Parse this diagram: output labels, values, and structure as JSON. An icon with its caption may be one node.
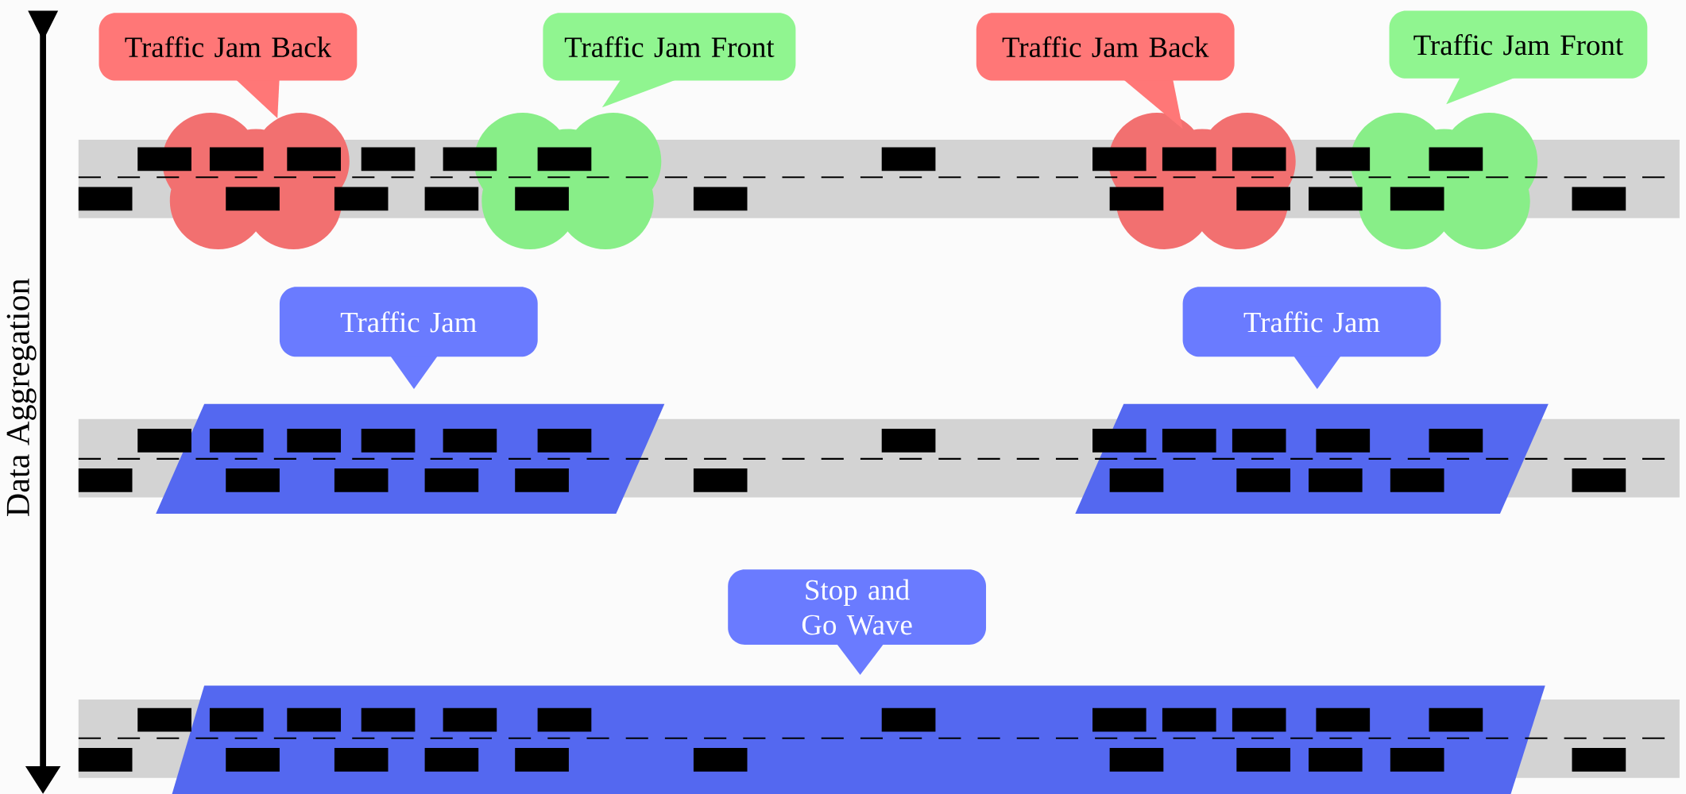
{
  "diagram": {
    "nodes": [
      {
        "text": [
          "Traffic Jam Back"
        ]
      },
      {
        "text": [
          "Traffic Jam Front"
        ]
      },
      {
        "text": [
          "Traffic Jam Back"
        ]
      },
      {
        "text": [
          "Traffic Jam Front"
        ]
      },
      {
        "text": [
          "Traffic Jam"
        ]
      },
      {
        "text": [
          "Traffic Jam"
        ]
      },
      {
        "text": [
          "Stop and Go Wave"
        ]
      }
    ],
    "labels": [
      "Data Aggregation"
    ]
  }
}
